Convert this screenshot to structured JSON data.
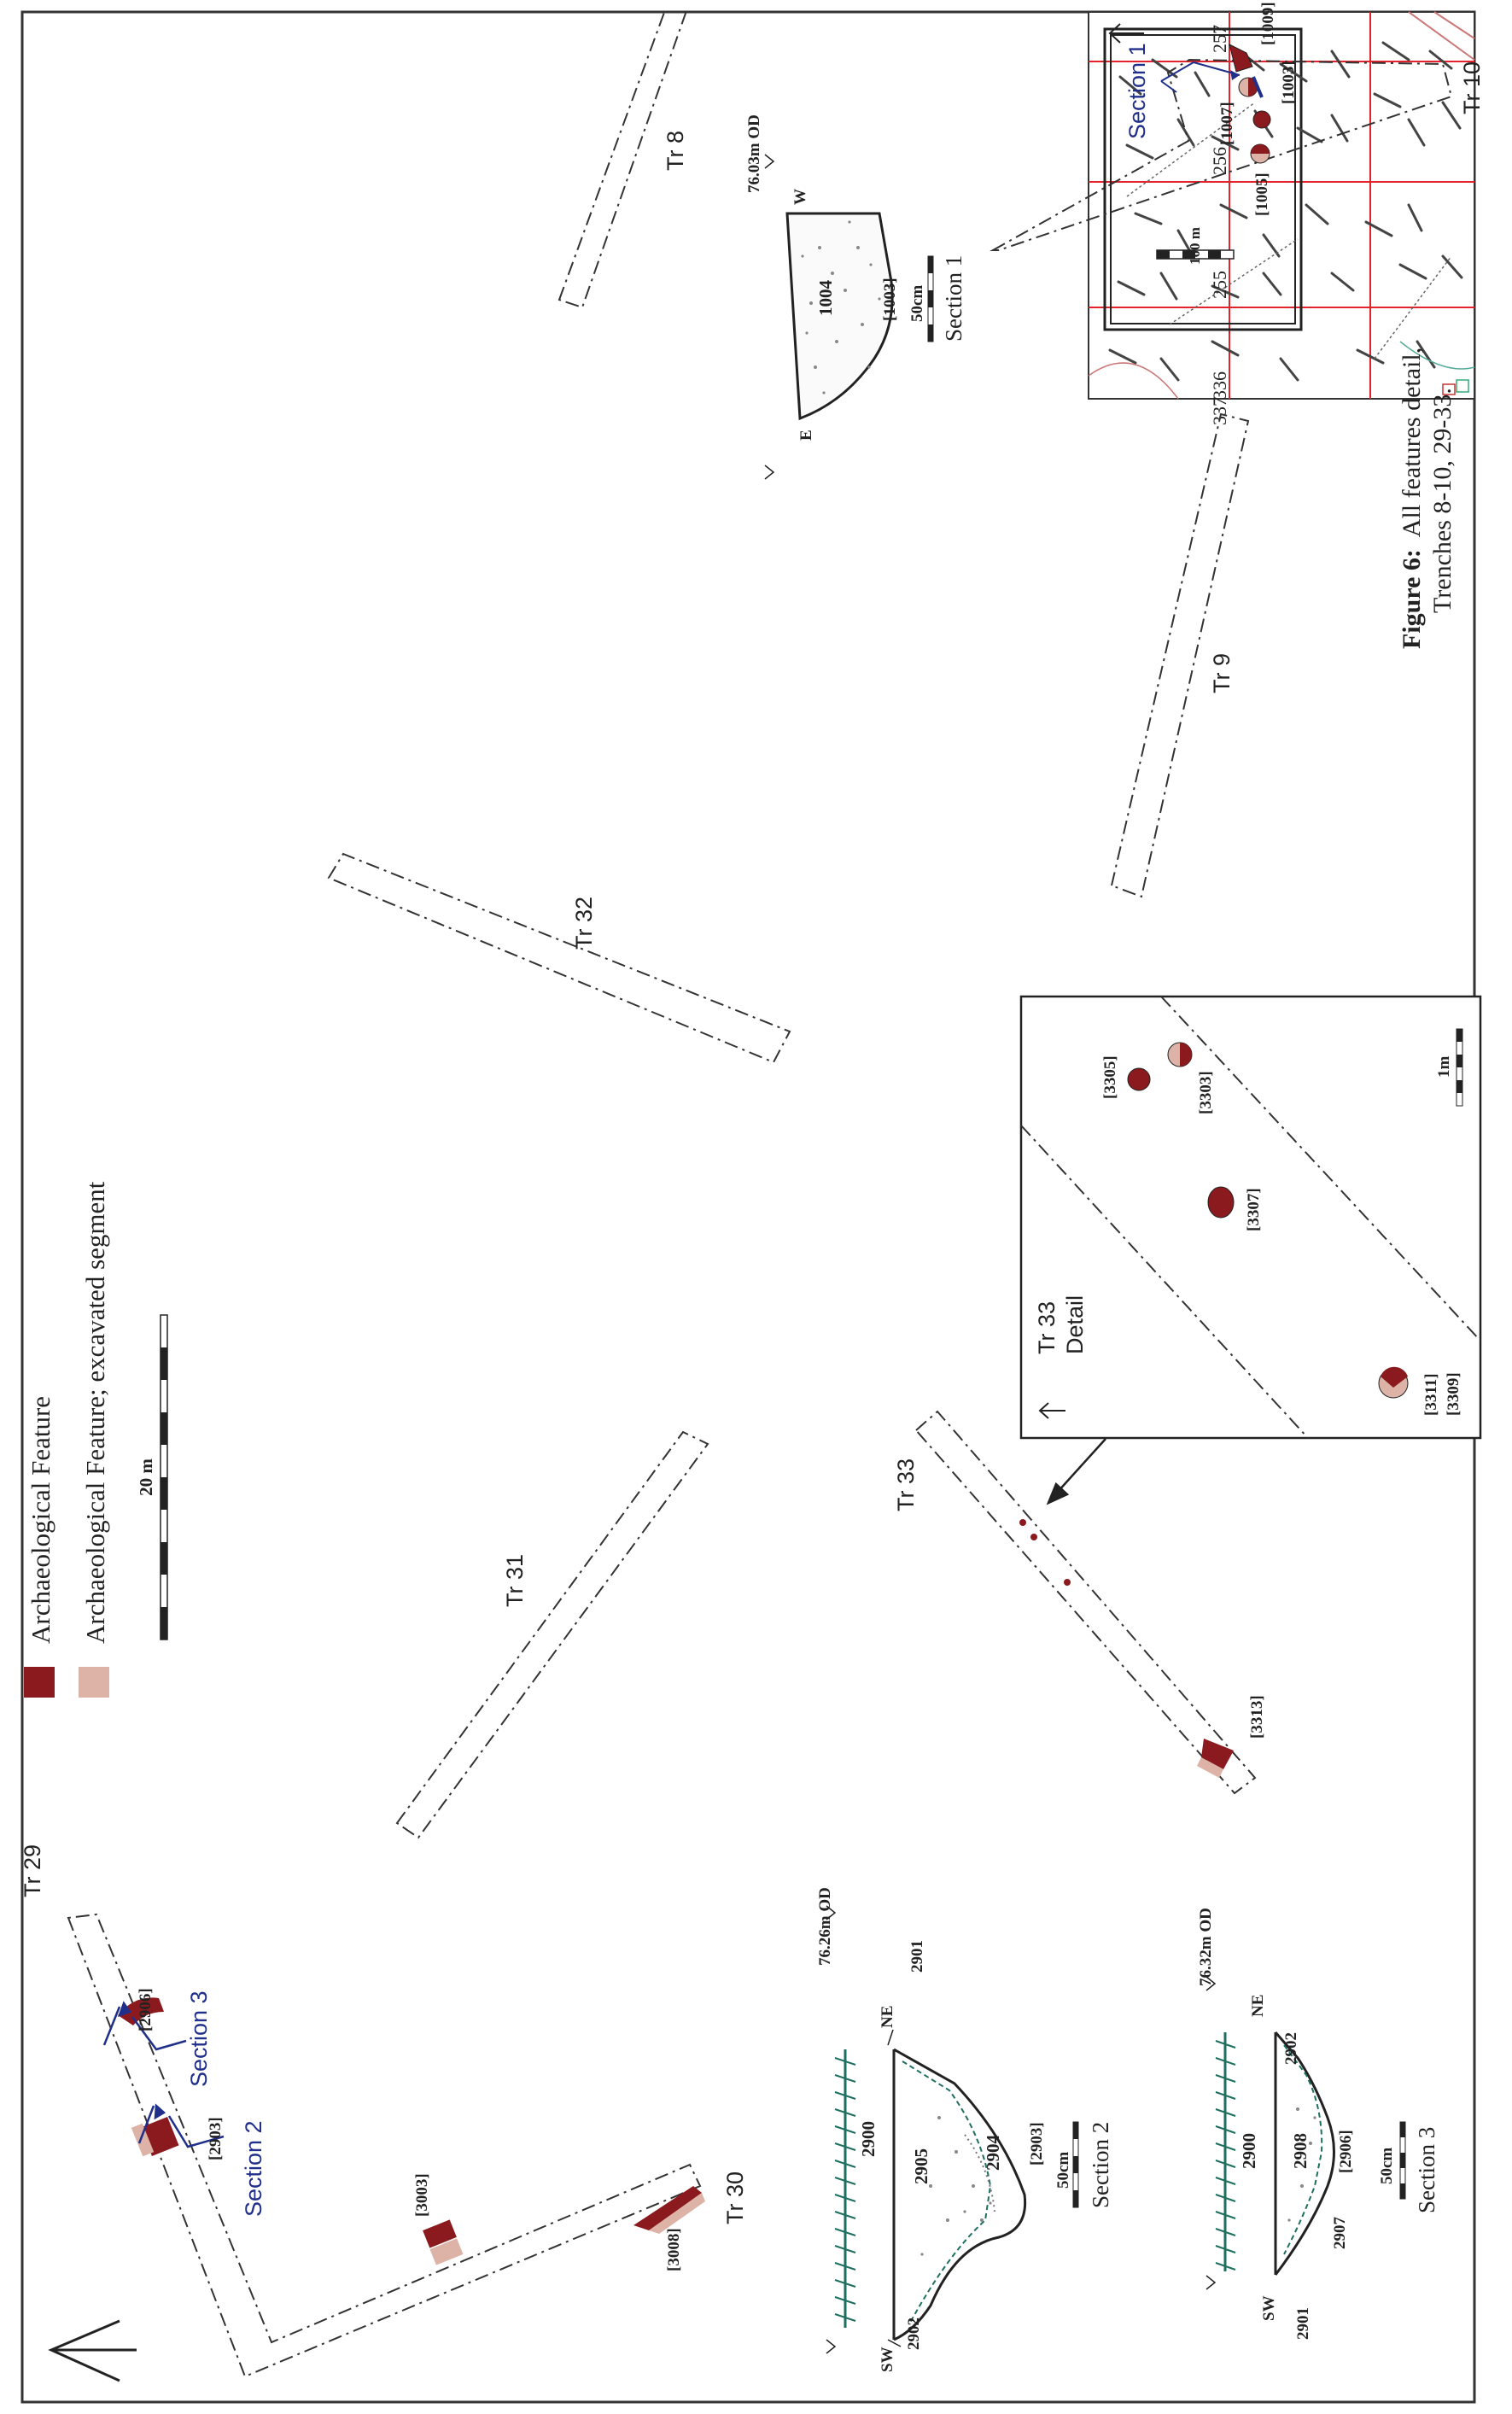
{
  "figure": {
    "caption_bold": "Figure 6:",
    "caption_line1": "All features detail,",
    "caption_line2": "Trenches 8-10, 29-33."
  },
  "legend": {
    "feature": "Archaeological Feature",
    "excavated": "Archaeological Feature; excavated segment",
    "scale": "20 m"
  },
  "colors": {
    "feature": "#8b1a1f",
    "excavated": "#dcb3a6",
    "grid": "#e3222b",
    "section_line": "#1f2f8a",
    "turf": "#1f6f60"
  },
  "trenches": {
    "tr8": "Tr 8",
    "tr9": "Tr 9",
    "tr10": "Tr 10",
    "tr29": "Tr 29",
    "tr30": "Tr 30",
    "tr31": "Tr 31",
    "tr32": "Tr 32",
    "tr33": "Tr 33"
  },
  "features": {
    "f1003": "[1003]",
    "f1005": "[1005]",
    "f1007": "[1007]",
    "f1009": "[1009]",
    "f2903": "[2903]",
    "f2906": "[2906]",
    "f3003": "[3003]",
    "f3008": "[3008]",
    "f3313": "[3313]"
  },
  "section_labels": {
    "s1": "Section 1",
    "s2": "Section 2",
    "s3": "Section 3"
  },
  "section1": {
    "od": "76.03m OD",
    "w": "W",
    "e": "E",
    "fill": "1004",
    "cut": "[1003]",
    "scale": "50cm",
    "title": "Section 1"
  },
  "section2": {
    "od": "76.26m OD",
    "sw": "SW",
    "ne": "NE",
    "c2900": "2900",
    "c2901": "2901",
    "c2902": "2902",
    "c2904": "2904",
    "c2905": "2905",
    "cut": "[2903]",
    "scale": "50cm",
    "title": "Section 2"
  },
  "section3": {
    "od": "76.32m OD",
    "sw": "SW",
    "ne": "NE",
    "c2900": "2900",
    "c2901": "2901",
    "c2902": "2902",
    "c2907": "2907",
    "c2908": "2908",
    "cut": "[2906]",
    "scale": "50cm",
    "title": "Section 3"
  },
  "tr33_detail": {
    "title_line1": "Tr 33",
    "title_line2": "Detail",
    "f3303": "[3303]",
    "f3305": "[3305]",
    "f3307": "[3307]",
    "f3309": "[3309]",
    "f3311": "[3311]",
    "scale": "1m"
  },
  "location_map": {
    "scale": "100 m",
    "grid_x": [
      "337",
      "336"
    ],
    "grid_y": [
      "255",
      "256",
      "257"
    ]
  }
}
